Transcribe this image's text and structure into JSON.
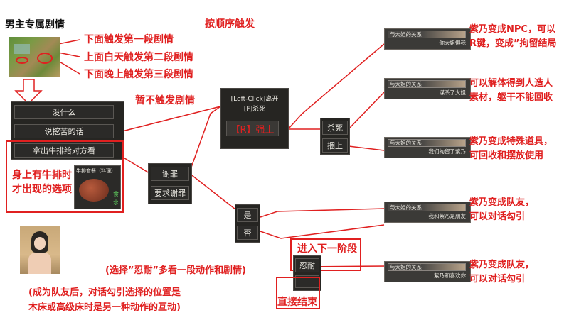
{
  "header": {
    "title": "男主专属剧情",
    "order_note": "按顺序触发"
  },
  "map_notes": [
    "下面触发第一段剧情",
    "上面白天触发第二段剧情",
    "下面晚上触发第三段剧情"
  ],
  "menu": {
    "items": [
      "没什么",
      "说挖苦的话",
      "拿出牛排给对方看"
    ],
    "no_trigger_note": "暂不触发剧情"
  },
  "steak": {
    "title": "牛排套餐（料理）",
    "side_text": [
      "食",
      "水"
    ],
    "note": [
      "身上有牛排时",
      "才出现的选项"
    ]
  },
  "apology": {
    "options": [
      "谢罪",
      "要求谢罪"
    ]
  },
  "yesno": {
    "options": [
      "是",
      "否"
    ]
  },
  "left_click": {
    "line1": "[Left-Click]离开",
    "line2": "[F]杀死",
    "strong": "【R】强上"
  },
  "kill_tie": {
    "options": [
      "杀死",
      "捆上"
    ]
  },
  "endure": {
    "next_label": "进入下一阶段",
    "endure_btn": "忍耐",
    "direct_end": "直接结束"
  },
  "cards": [
    {
      "title": "与大姐的关系",
      "body": "你大姐惧我"
    },
    {
      "title": "与大姐的关系",
      "body": "谋杀了大姐"
    },
    {
      "title": "与大姐的关系",
      "body": "我们拘留了紫乃"
    },
    {
      "title": "与大姐的关系",
      "body": "我和紫乃是朋友"
    },
    {
      "title": "与大姐的关系",
      "body": "紫乃和喜欢你"
    }
  ],
  "outcomes": [
    [
      "紫乃变成NPC，可以",
      "R键，变成”拘留结局"
    ],
    [
      "可以解体得到人造人",
      "素材，躯干不能回收"
    ],
    [
      "紫乃变成特殊道具，",
      "可回收和摆放使用"
    ],
    [
      "紫乃变成队友，",
      "可以对话勾引"
    ],
    [
      "紫乃变成队友，",
      "可以对话勾引"
    ]
  ],
  "bottom_notes": {
    "endure_tip": "(选择”忍耐”多看一段动作和剧情)",
    "companion_tip": [
      "(成为队友后，对话勾引选择的位置是",
      "木床或高级床时是另一种动作的互动)"
    ]
  },
  "colors": {
    "accent": "#e02020",
    "panel": "#2b2a28",
    "text_light": "#e8e6df"
  }
}
